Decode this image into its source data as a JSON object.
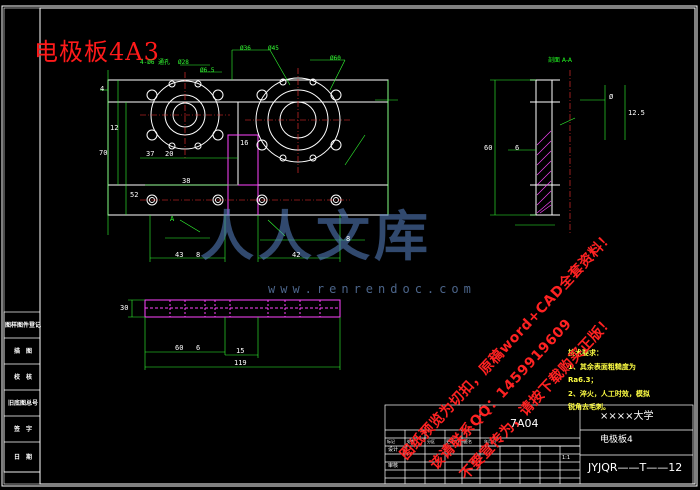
{
  "drawing": {
    "title_overlay": "电极板4A3",
    "section_label": "剖面 A-A",
    "colors": {
      "background": "#000000",
      "title": "#ff1a1a",
      "geometry": "#ffffff",
      "dimension": "#33ff33",
      "accent": "#ff44ff",
      "watermark": "#ff2222",
      "logo": "#5a86c9"
    }
  },
  "dimensions": {
    "top": [
      "Ø36",
      "Ø45",
      "Ø60",
      "Ø6.5",
      "Ø28",
      "4-Ø6 通孔"
    ],
    "left": [
      "4",
      "12",
      "70",
      "37",
      "20"
    ],
    "middle": [
      "16",
      "38",
      "52",
      "43",
      "8",
      "42",
      "8",
      "A"
    ],
    "right_view": [
      "Ø",
      "60",
      "6",
      "12.5"
    ],
    "bottom_view": [
      "30",
      "60",
      "6",
      "15",
      "119"
    ]
  },
  "side_table": [
    "图样图件登记",
    "描　图",
    "校　核",
    "旧底图总号",
    "签　字",
    "日　期"
  ],
  "tech_requirements": {
    "heading": "技术要求：",
    "lines": [
      "1、其余表面粗糙度为",
      "Ra6.3；",
      "2、淬火，人工时效，模拟"
    ],
    "truncated": "锐角去毛刺。"
  },
  "title_block": {
    "material": "7A04",
    "school": "××××大学",
    "part_name": "电极板4",
    "designer": "设计",
    "checker": "审核",
    "scale": "1:1",
    "drawing_no": "JYJQR——T——12",
    "labels": [
      "标记",
      "处数",
      "分区",
      "更改文件号",
      "签名",
      "年月日"
    ]
  },
  "overlay": {
    "logo_text": "人人文库",
    "site_url": "www.renrendoc.com",
    "watermark_lines": [
      "图纸预览为切扣，原稿word+CAD全套资料！",
      "该请联系QQ：1459919609",
      "不要宣传为，请按下载购买正版！"
    ]
  }
}
